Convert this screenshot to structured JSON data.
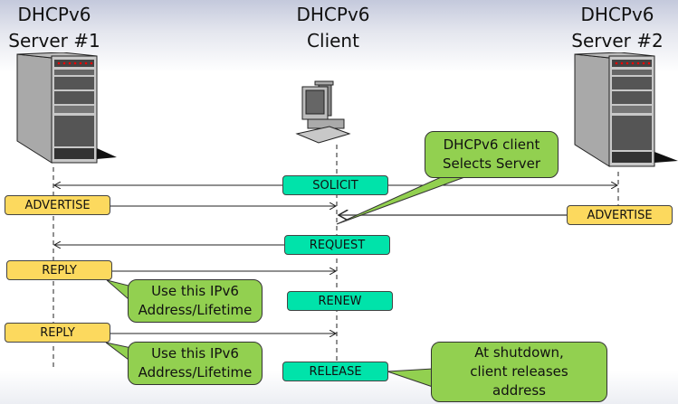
{
  "actors": {
    "server1": {
      "line1": "DHCPv6",
      "line2": "Server #1"
    },
    "client": {
      "line1": "DHCPv6",
      "line2": "Client"
    },
    "server2": {
      "line1": "DHCPv6",
      "line2": "Server #2"
    }
  },
  "messages": {
    "solicit": "SOLICIT",
    "advertise1": "ADVERTISE",
    "advertise2": "ADVERTISE",
    "request": "REQUEST",
    "reply1": "REPLY",
    "renew": "RENEW",
    "reply2": "REPLY",
    "release": "RELEASE"
  },
  "callouts": {
    "selects": {
      "line1": "DHCPv6  client",
      "line2": "Selects Server"
    },
    "use1": {
      "line1": "Use this IPv6",
      "line2": "Address/Lifetime"
    },
    "use2": {
      "line1": "Use this IPv6",
      "line2": "Address/Lifetime"
    },
    "shutdown": {
      "line1": "At shutdown,",
      "line2": "client releases",
      "line3": "address"
    }
  },
  "colors": {
    "server_msg": "#fcd95e",
    "client_msg": "#00e3aa",
    "callout": "#92d050"
  }
}
